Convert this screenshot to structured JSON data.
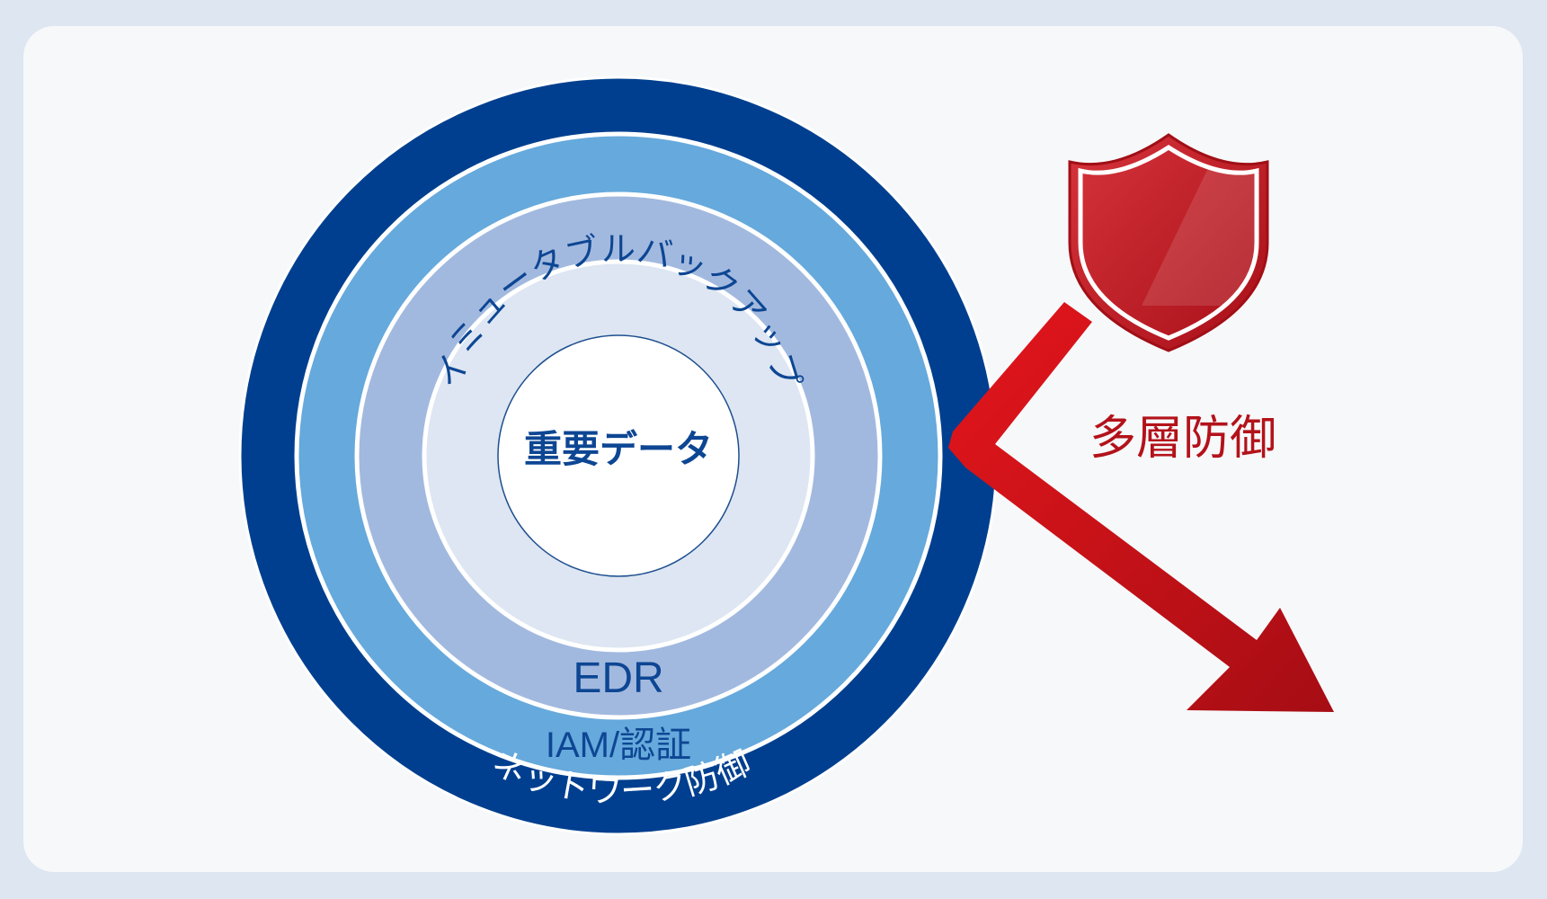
{
  "diagram": {
    "layers": {
      "core": "重要データ",
      "immutable_backup": "イミュータブルバックアップ",
      "edr": "EDR",
      "iam": "IAM/認証",
      "network": "ネットワーク防御"
    },
    "side_label": "多層防御"
  },
  "colors": {
    "network_ring": "#003f8f",
    "iam_ring": "#66a9dc",
    "edr_ring": "#a2b9df",
    "backup_ring": "#dde6f2",
    "core_fill": "#ffffff",
    "label_blue": "#0d4693",
    "white": "#ffffff",
    "arrow_red": "#c2121a",
    "side_label_red": "#b3121a",
    "shield_red": "#be1e26"
  },
  "icons": {
    "shield": "shield-icon",
    "arrow": "red-arrow-icon"
  }
}
